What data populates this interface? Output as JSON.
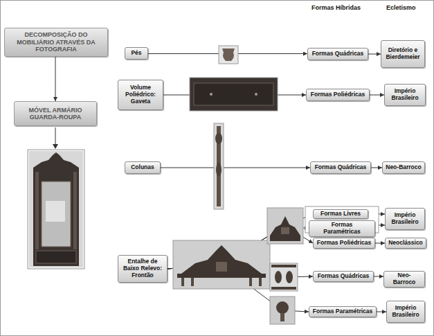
{
  "diagram": {
    "nodes": [
      {
        "text": [
          "DECOMPOSIÇÃO DO MOBILIÁRIO ATRAVÉS DA FOTOGRAFIA"
        ]
      },
      {
        "text": [
          "MÓVEL ARMÁRIO GUARDA-ROUPA"
        ]
      },
      {
        "text": [
          "Pés"
        ]
      },
      {
        "text": [
          "Formas Quádricas"
        ]
      },
      {
        "text": [
          "Diretório e Bierdemeier"
        ]
      },
      {
        "text": [
          "Volume Poliédrico: Gaveta"
        ]
      },
      {
        "text": [
          "Formas Poliédricas"
        ]
      },
      {
        "text": [
          "Império Brasileiro"
        ]
      },
      {
        "text": [
          "Colunas"
        ]
      },
      {
        "text": [
          "Formas Quádricas"
        ]
      },
      {
        "text": [
          "Neo-Barroco"
        ]
      },
      {
        "text": [
          "Formas Livres"
        ]
      },
      {
        "text": [
          "Formas Paramétricas"
        ]
      },
      {
        "text": [
          "Império Brasileiro"
        ]
      },
      {
        "text": [
          "Formas Poliédricas"
        ]
      },
      {
        "text": [
          "Neoclássico"
        ]
      },
      {
        "text": [
          "Entalhe de Baixo Relevo: Frontão"
        ]
      },
      {
        "text": [
          "Formas Quádricas"
        ]
      },
      {
        "text": [
          "Neo-Barroco"
        ]
      },
      {
        "text": [
          "Formas Paramétricas"
        ]
      },
      {
        "text": [
          "Império Brasileiro"
        ]
      }
    ],
    "edges": [
      {
        "from": 0,
        "to": 1,
        "arrow": "to"
      },
      {
        "from": 2,
        "to": 3,
        "arrow": "to"
      },
      {
        "from": 3,
        "to": 4,
        "arrow": "to"
      },
      {
        "from": 5,
        "to": 6,
        "arrow": "to"
      },
      {
        "from": 6,
        "to": 7,
        "arrow": "to"
      },
      {
        "from": 8,
        "to": 9,
        "arrow": "to"
      },
      {
        "from": 9,
        "to": 10,
        "arrow": "to"
      },
      {
        "from": 16,
        "to": 11,
        "arrow": "to"
      },
      {
        "from": 16,
        "to": 12,
        "arrow": "to"
      },
      {
        "from": 11,
        "to": 13,
        "arrow": "to"
      },
      {
        "from": 12,
        "to": 13,
        "arrow": "to"
      },
      {
        "from": 16,
        "to": 14,
        "arrow": "to"
      },
      {
        "from": 14,
        "to": 15,
        "arrow": "to"
      },
      {
        "from": 16,
        "to": 17,
        "arrow": "to"
      },
      {
        "from": 17,
        "to": 18,
        "arrow": "to"
      },
      {
        "from": 16,
        "to": 19,
        "arrow": "to"
      },
      {
        "from": 19,
        "to": 20,
        "arrow": "to"
      }
    ],
    "labels": [
      "Formas Híbridas",
      "Ecletismo"
    ]
  }
}
